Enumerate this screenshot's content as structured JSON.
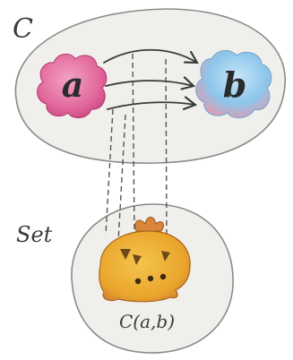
{
  "category": {
    "label": "C",
    "objects": [
      "a",
      "b"
    ],
    "morphism_count": 3
  },
  "set_region": {
    "label": "Set",
    "hom_set_label": "C(a,b)"
  }
}
